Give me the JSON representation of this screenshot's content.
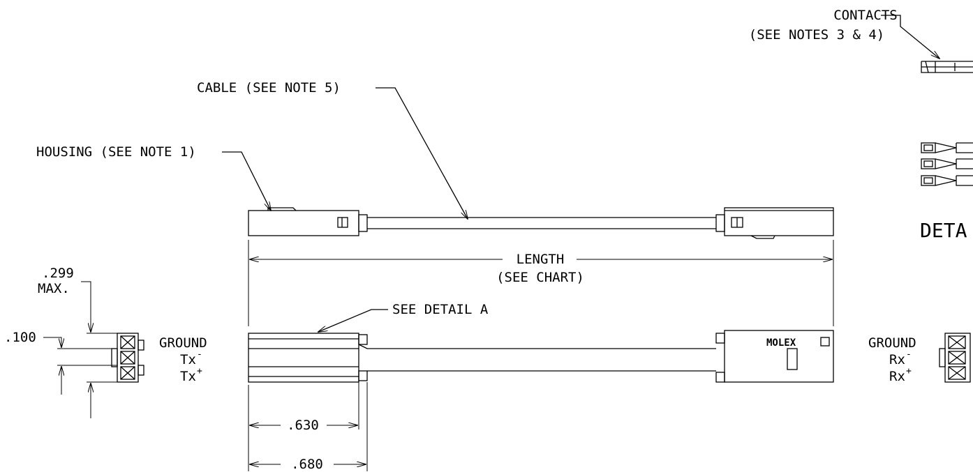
{
  "labels": {
    "contacts_line1": "CONTACTS",
    "contacts_line2": "(SEE NOTES 3 & 4)",
    "cable": "CABLE (SEE NOTE 5)",
    "housing": "HOUSING (SEE NOTE 1)",
    "detail_partial": "DETA",
    "length_line1": "LENGTH",
    "length_line2": "(SEE CHART)",
    "see_detail": "SEE DETAIL A",
    "brand": "MOLEX"
  },
  "dimensions": {
    "width_value": ".299",
    "width_max": "MAX.",
    "pitch": ".100",
    "dim_a": ".630",
    "dim_b": ".680"
  },
  "pinout": {
    "left": {
      "ground": "GROUND",
      "pin2": "Tx",
      "pin2_sign": "-",
      "pin3": "Tx",
      "pin3_sign": "+"
    },
    "right": {
      "ground": "GROUND",
      "pin2": "Rx",
      "pin2_sign": "-",
      "pin3": "Rx",
      "pin3_sign": "+"
    }
  }
}
